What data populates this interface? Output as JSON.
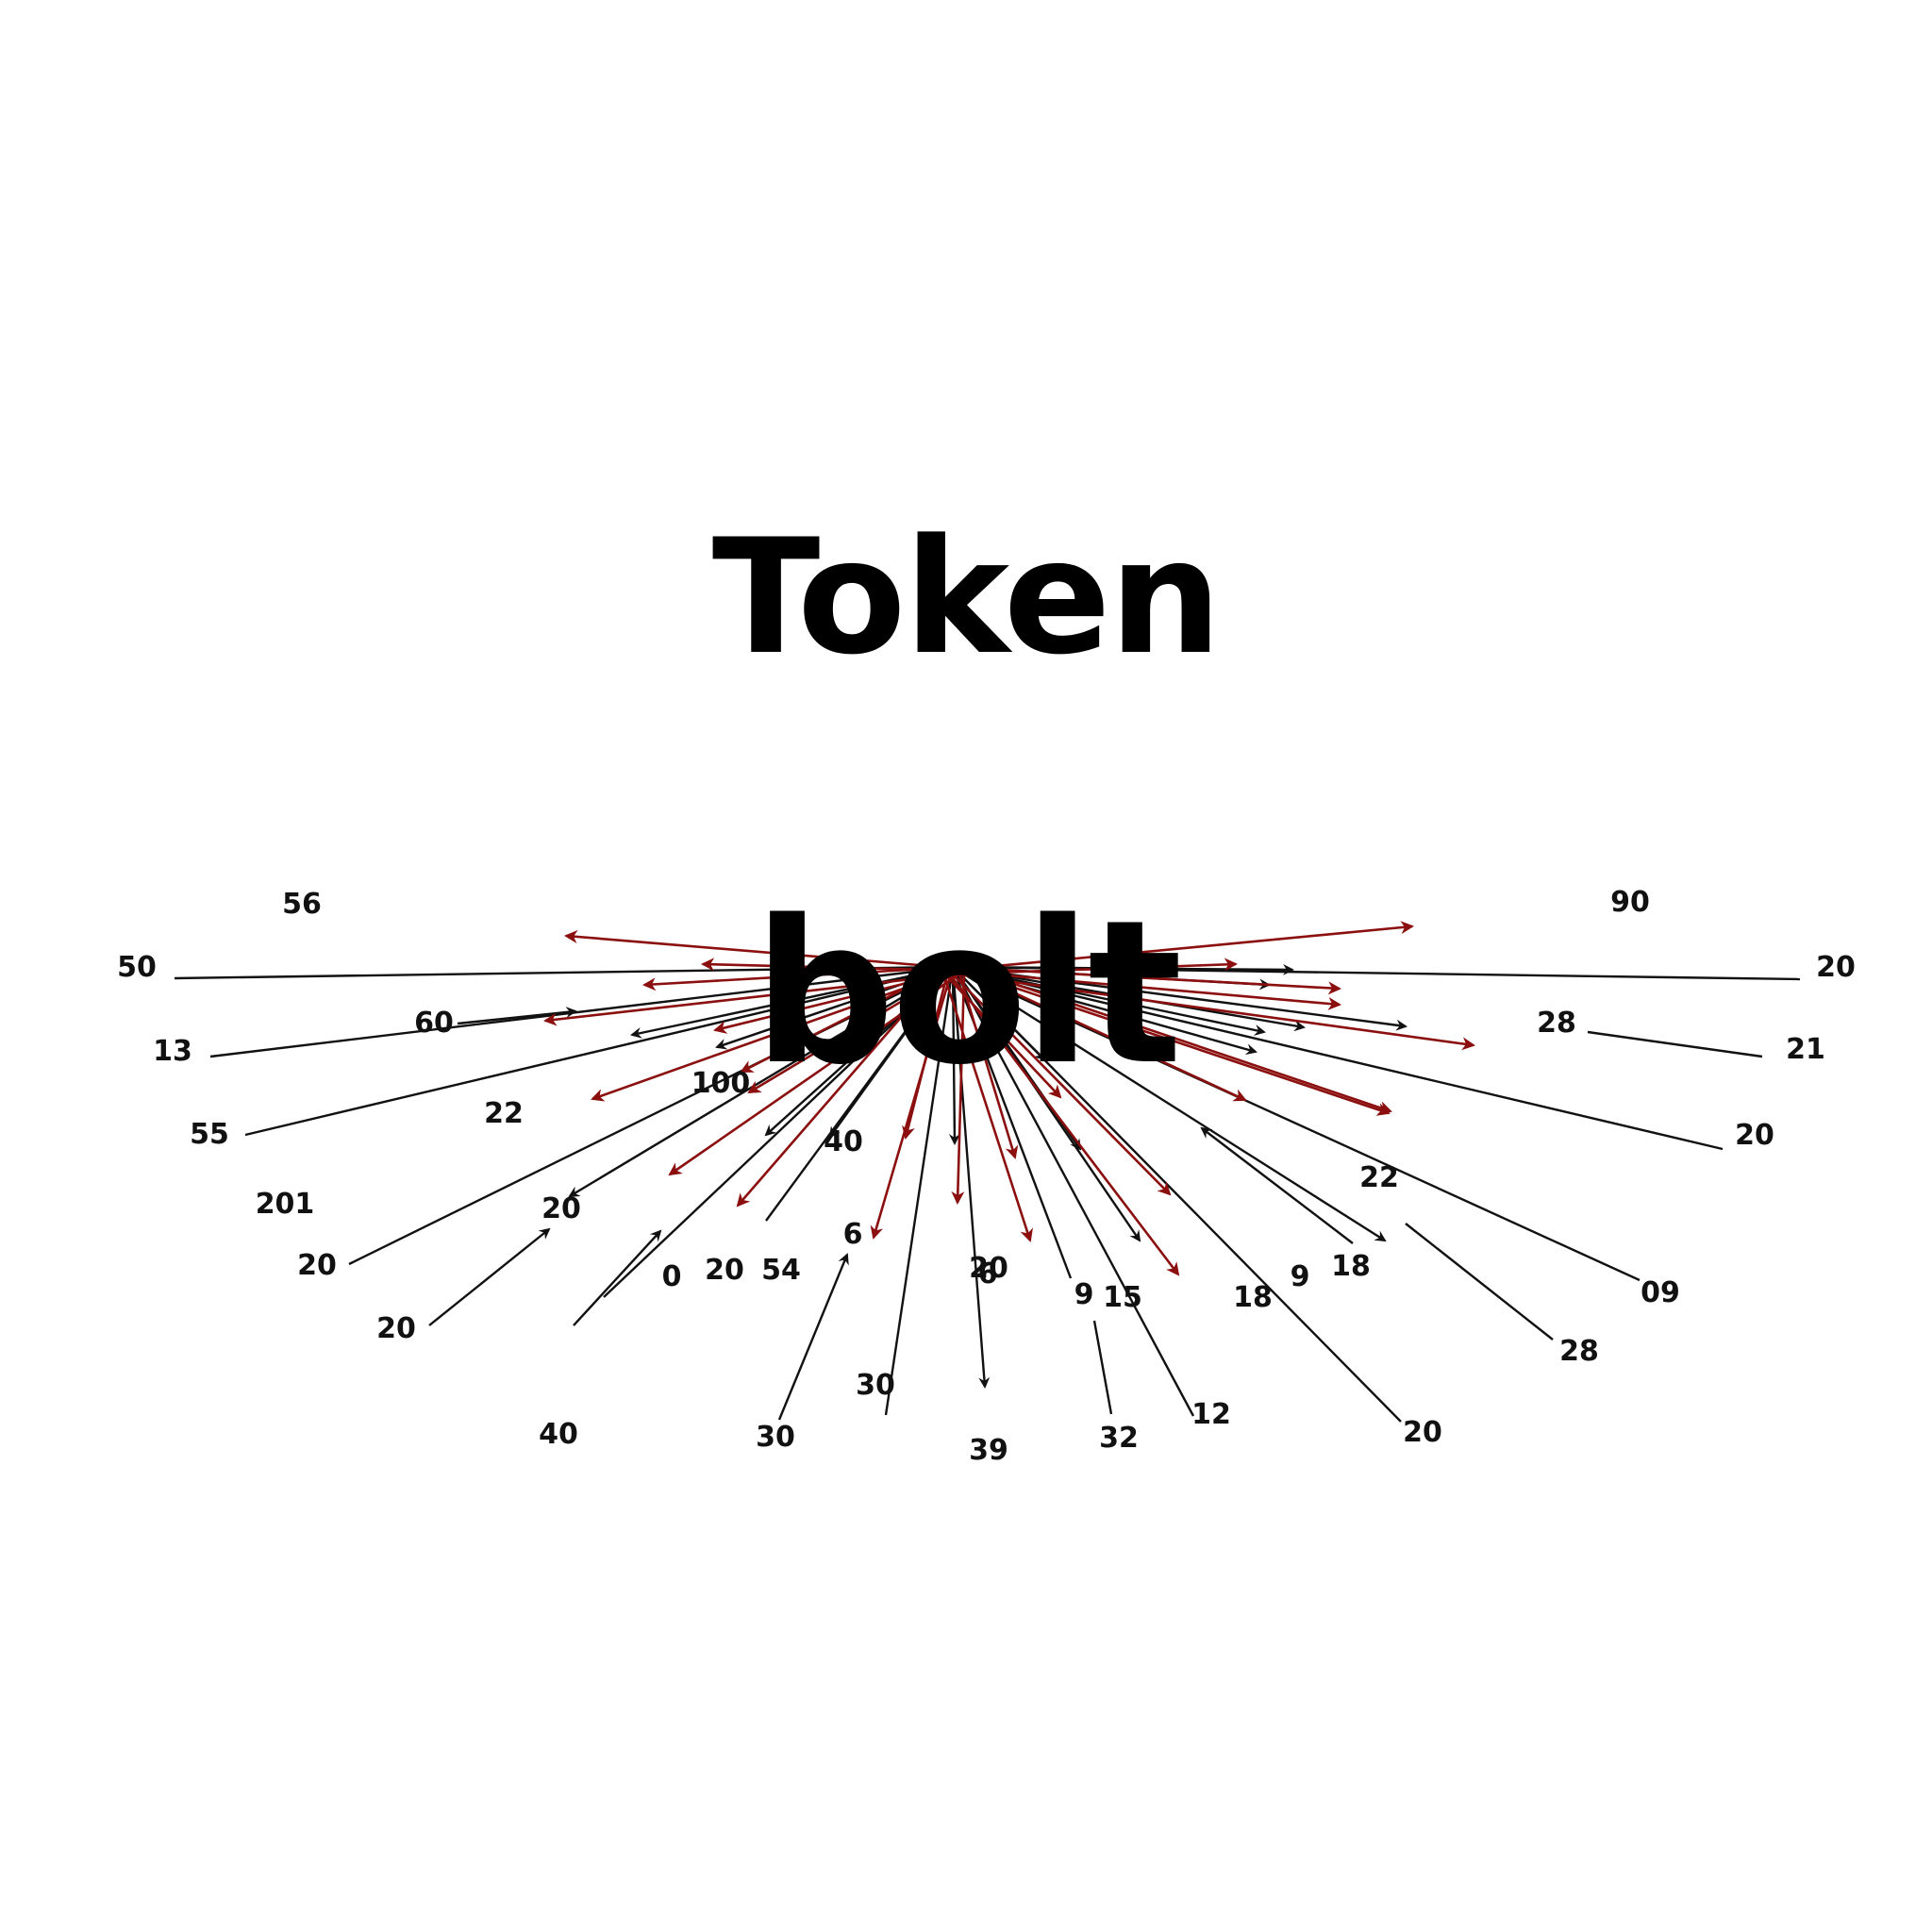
{
  "title": "Token",
  "center_word": "bolt",
  "colors": {
    "black_arrow": "#111111",
    "red_arrow": "#8b0f0f",
    "text": "#000000"
  },
  "labels": [
    "56",
    "90",
    "50",
    "20",
    "60",
    "13",
    "28",
    "21",
    "22",
    "55",
    "100",
    "20",
    "201",
    "40",
    "20",
    "22",
    "20",
    "6",
    "54",
    "20",
    "0",
    "20",
    "6",
    "9",
    "15",
    "18",
    "9",
    "18",
    "09",
    "20",
    "30",
    "28",
    "12",
    "40",
    "30",
    "39",
    "32",
    "20"
  ],
  "arrows": {
    "black_count": 38,
    "red_count": 26
  }
}
